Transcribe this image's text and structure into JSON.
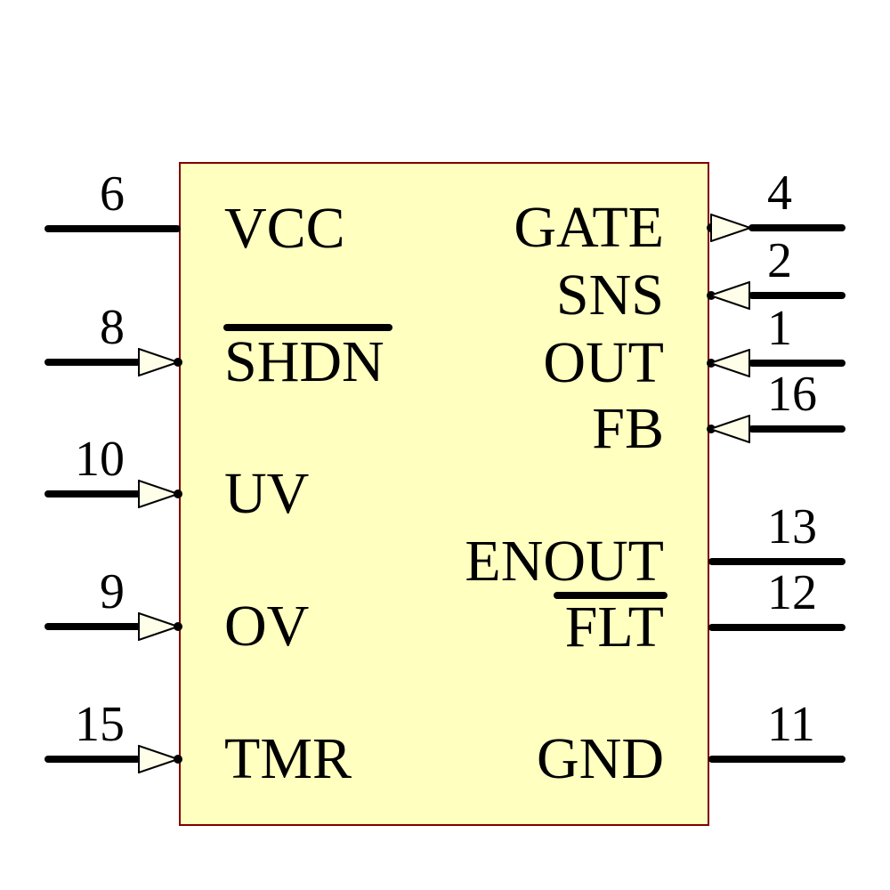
{
  "component": {
    "kind": "ic-schematic-symbol",
    "left_pins": [
      {
        "number": "6",
        "name": "VCC",
        "arrow": "none",
        "overline": false
      },
      {
        "number": "8",
        "name": "SHDN",
        "arrow": "in",
        "overline": true
      },
      {
        "number": "10",
        "name": "UV",
        "arrow": "in",
        "overline": false
      },
      {
        "number": "9",
        "name": "OV",
        "arrow": "in",
        "overline": false
      },
      {
        "number": "15",
        "name": "TMR",
        "arrow": "in",
        "overline": false
      }
    ],
    "right_pins": [
      {
        "number": "4",
        "name": "GATE",
        "arrow": "out",
        "overline": false
      },
      {
        "number": "2",
        "name": "SNS",
        "arrow": "in",
        "overline": false
      },
      {
        "number": "1",
        "name": "OUT",
        "arrow": "in",
        "overline": false
      },
      {
        "number": "16",
        "name": "FB",
        "arrow": "in",
        "overline": false
      },
      {
        "number": "13",
        "name": "ENOUT",
        "arrow": "none",
        "overline": false
      },
      {
        "number": "12",
        "name": "FLT",
        "arrow": "none",
        "overline": true
      },
      {
        "number": "11",
        "name": "GND",
        "arrow": "none",
        "overline": false
      }
    ],
    "colors": {
      "body_fill": "#FFFFC0",
      "body_border": "#800000",
      "arrow_fill": "#FFFEE8",
      "wire": "#000000",
      "background": "#FFFFFF"
    }
  }
}
